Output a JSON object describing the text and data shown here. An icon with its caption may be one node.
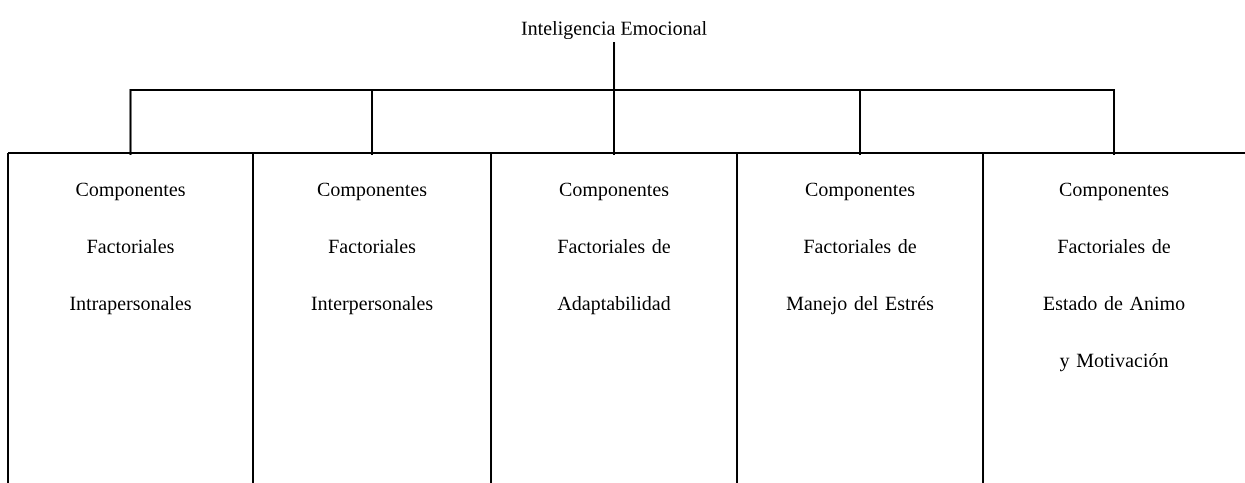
{
  "diagram": {
    "nodes": [
      {
        "text": [
          "Inteligencia Emocional"
        ]
      },
      {
        "text": [
          "Componentes Factoriales Intrapersonales"
        ]
      },
      {
        "text": [
          "Componentes Factoriales Interpersonales"
        ]
      },
      {
        "text": [
          "Componentes Factoriales de Adaptabilidad"
        ]
      },
      {
        "text": [
          "Componentes Factoriales de Manejo del Estrés"
        ]
      },
      {
        "text": [
          "Componentes Factoriales de Estado de Animo y Motivación"
        ]
      }
    ],
    "edges": [
      {
        "from": 0,
        "to": 1,
        "arrow": "none"
      },
      {
        "from": 0,
        "to": 2,
        "arrow": "none"
      },
      {
        "from": 0,
        "to": 3,
        "arrow": "none"
      },
      {
        "from": 0,
        "to": 4,
        "arrow": "none"
      },
      {
        "from": 0,
        "to": 5,
        "arrow": "none"
      }
    ]
  }
}
